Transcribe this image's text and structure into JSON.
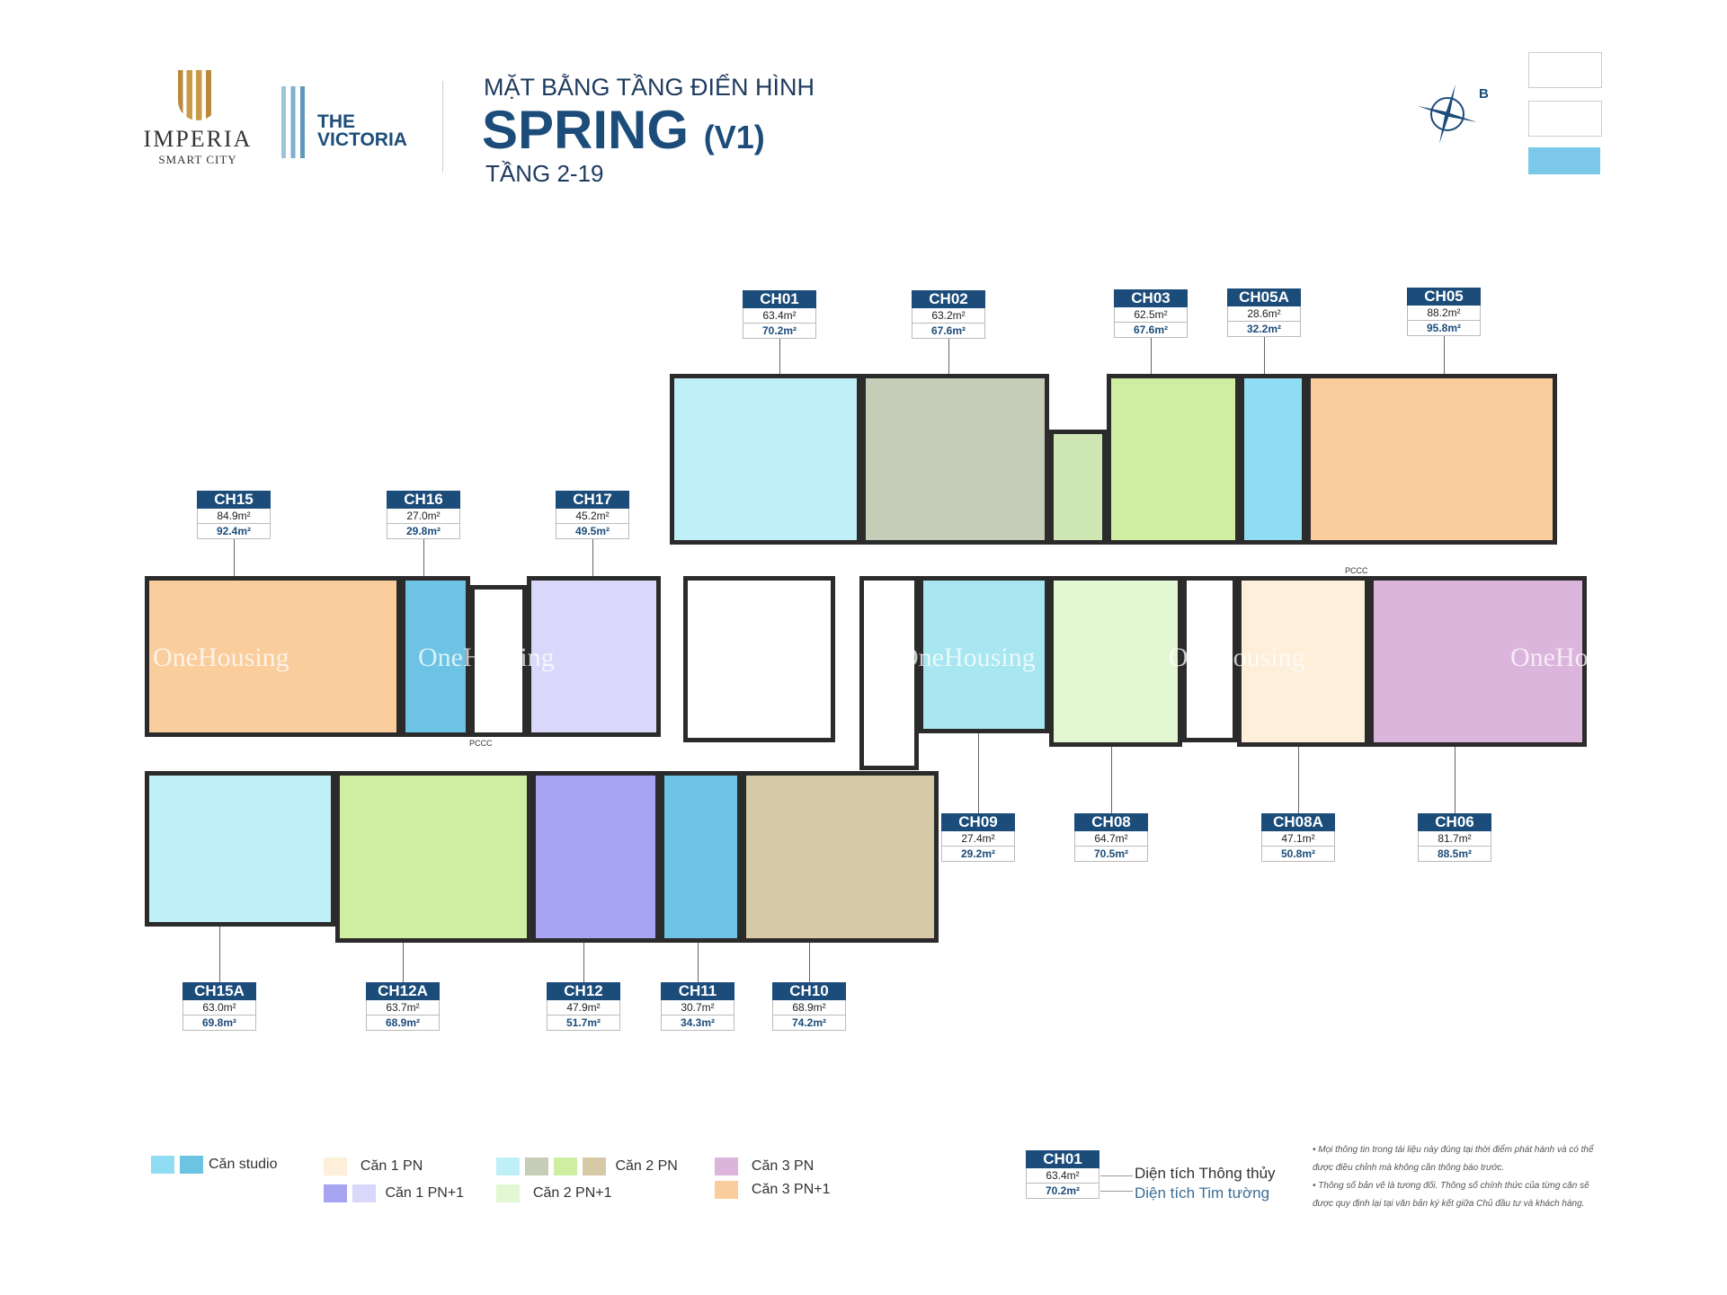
{
  "header": {
    "brand_imperia": "IMPERIA",
    "brand_imperia_sub": "SMART CITY",
    "brand_victoria": "THE VICTORIA",
    "subtitle": "MẶT BẰNG TẦNG ĐIỂN HÌNH",
    "title": "SPRING",
    "title_version": "(V1)",
    "floors": "TẦNG 2-19",
    "compass_label": "B"
  },
  "units": [
    {
      "id": "CH01",
      "a": "63.4m²",
      "b": "70.2m²"
    },
    {
      "id": "CH02",
      "a": "63.2m²",
      "b": "67.6m²"
    },
    {
      "id": "CH03",
      "a": "62.5m²",
      "b": "67.6m²"
    },
    {
      "id": "CH05A",
      "a": "28.6m²",
      "b": "32.2m²"
    },
    {
      "id": "CH05",
      "a": "88.2m²",
      "b": "95.8m²"
    },
    {
      "id": "CH15",
      "a": "84.9m²",
      "b": "92.4m²"
    },
    {
      "id": "CH16",
      "a": "27.0m²",
      "b": "29.8m²"
    },
    {
      "id": "CH17",
      "a": "45.2m²",
      "b": "49.5m²"
    },
    {
      "id": "CH09",
      "a": "27.4m²",
      "b": "29.2m²"
    },
    {
      "id": "CH08",
      "a": "64.7m²",
      "b": "70.5m²"
    },
    {
      "id": "CH08A",
      "a": "47.1m²",
      "b": "50.8m²"
    },
    {
      "id": "CH06",
      "a": "81.7m²",
      "b": "88.5m²"
    },
    {
      "id": "CH15A",
      "a": "63.0m²",
      "b": "69.8m²"
    },
    {
      "id": "CH12A",
      "a": "63.7m²",
      "b": "68.9m²"
    },
    {
      "id": "CH12",
      "a": "47.9m²",
      "b": "51.7m²"
    },
    {
      "id": "CH11",
      "a": "30.7m²",
      "b": "34.3m²"
    },
    {
      "id": "CH10",
      "a": "68.9m²",
      "b": "74.2m²"
    }
  ],
  "pccc": "PCCC",
  "watermark": "OneHousing",
  "legend": [
    {
      "label": "Căn studio",
      "colors": [
        "#8fdcf3",
        "#6cc3e4"
      ]
    },
    {
      "label": "Căn 1 PN",
      "colors": [
        "#fdefd9"
      ]
    },
    {
      "label": "Căn 1 PN+1",
      "colors": [
        "#a7a4f2",
        "#d9d8fb"
      ]
    },
    {
      "label": "Căn 2 PN",
      "colors": [
        "#bff0f8",
        "#c5cdb8",
        "#cfeea2",
        "#d6c9a6"
      ]
    },
    {
      "label": "Căn 2 PN+1",
      "colors": [
        "#e4f7d3"
      ]
    },
    {
      "label": "Căn 3 PN",
      "colors": [
        "#dcb5dc"
      ]
    },
    {
      "label": "Căn 3 PN+1",
      "colors": [
        "#f9cd9c"
      ]
    }
  ],
  "key": {
    "id": "CH01",
    "a": "63.4m²",
    "b": "70.2m²",
    "a_label": "Diện tích Thông thủy",
    "b_label": "Diện tích Tim tường"
  },
  "notes": [
    "• Mọi thông tin trong tài liệu này đúng tại thời điểm phát hành và có thể được điều chỉnh mà không cần thông báo trước.",
    "• Thông số bản vẽ là tương đối. Thông số chính thức của từng căn sẽ được quy định lại tại văn bản ký kết giữa Chủ đầu tư và khách hàng."
  ]
}
